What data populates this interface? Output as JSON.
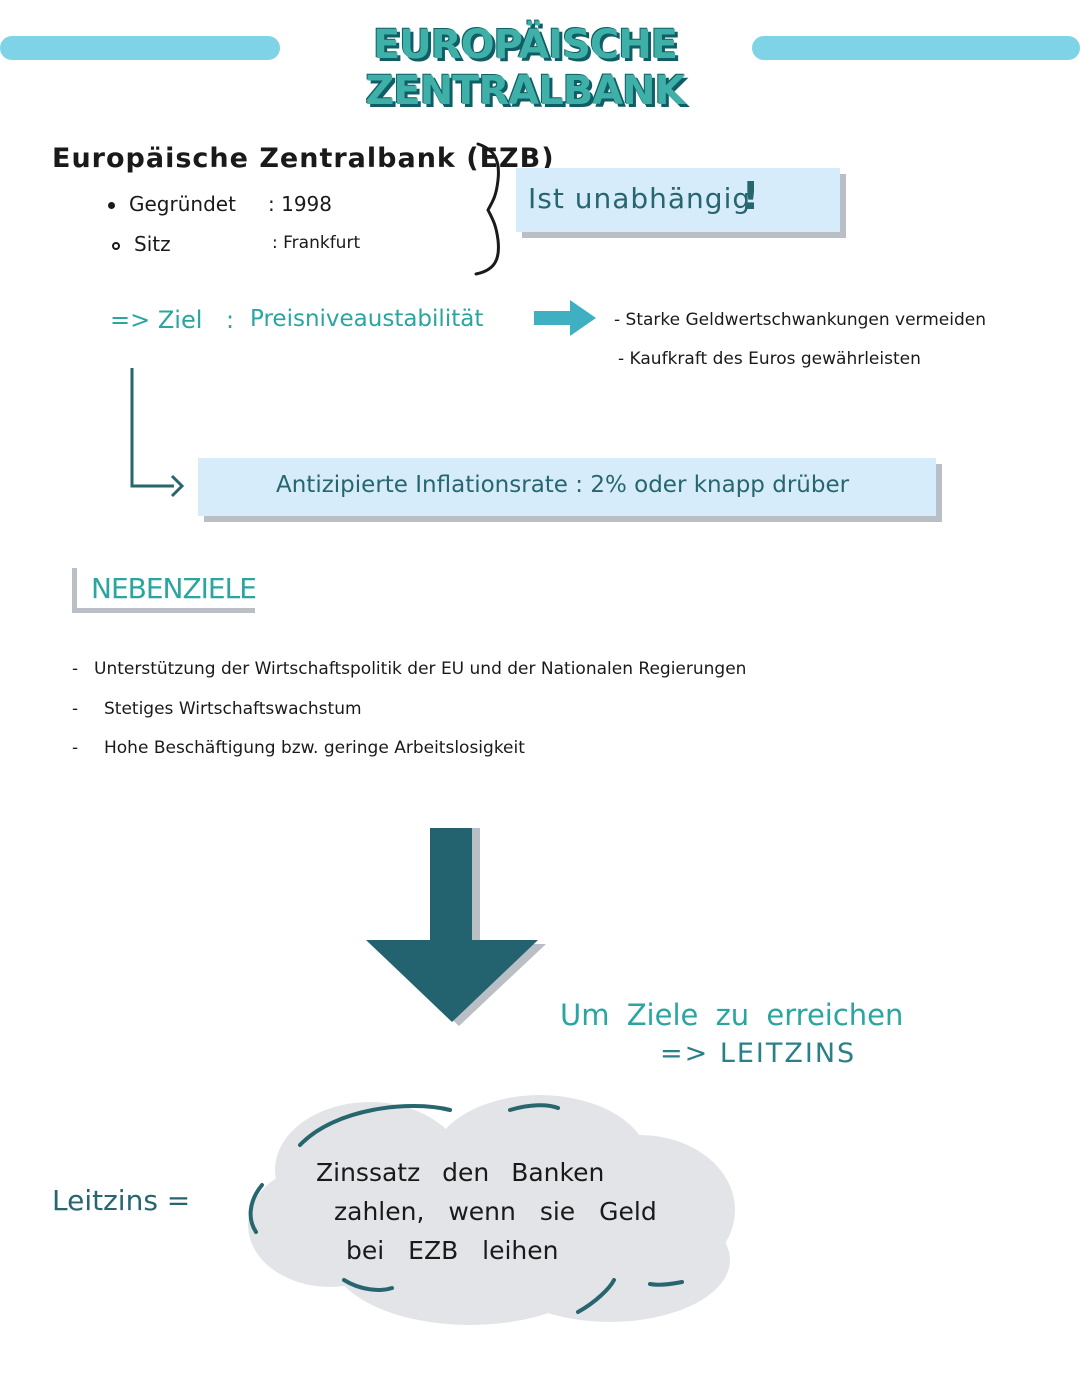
{
  "header": {
    "title": "EUROPÄISCHE ZENTRALBANK"
  },
  "intro": {
    "heading": "Europäische Zentralbank (EZB)",
    "founded_label": "Gegründet",
    "founded_value": ": 1998",
    "seat_label": "Sitz",
    "seat_value": ": Frankfurt",
    "independent": "Ist unabhängig",
    "independent_mark": "!"
  },
  "goal": {
    "prefix": "=> Ziel",
    "colon": ":",
    "value": "Preisniveaustabilität",
    "points": [
      "- Starke Geldwertschwankungen vermeiden",
      "- Kaufkraft des Euros gewährleisten"
    ],
    "inflation_box": "Antizipierte Inflationsrate : 2% oder knapp drüber"
  },
  "secondary": {
    "title": "NEBENZIELE",
    "items": [
      "Unterstützung der Wirtschaftspolitik der EU und der Nationalen Regierungen",
      "Stetiges Wirtschaftswachstum",
      "Hohe Beschäftigung bzw. geringe Arbeitslosigkeit"
    ]
  },
  "means": {
    "line1": "Um Ziele zu erreichen",
    "line2": "=> LEITZINS"
  },
  "definition": {
    "term": "Leitzins =",
    "line1": "Zinssatz den Banken",
    "line2": "zahlen, wenn sie Geld",
    "line3": "bei EZB leihen"
  },
  "colors": {
    "teal": "#2aa5a0",
    "dark_teal": "#27656f",
    "light_blue_bar": "#7fd3e6",
    "box_fill": "#d6ecfb",
    "shadow_grey": "#b9bfc5",
    "cloud": "#e2e4e7"
  }
}
